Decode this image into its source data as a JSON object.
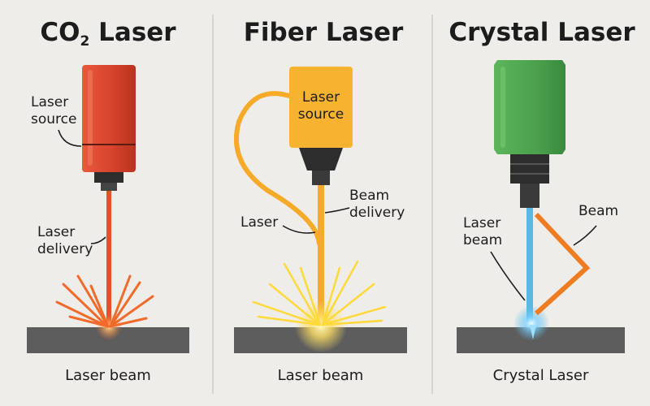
{
  "colors": {
    "background": "#efedea",
    "co2_head": "#d7432b",
    "co2_beam": "#e8501f",
    "fiber_head": "#f7b32f",
    "fiber_beam": "#f7a928",
    "crystal_head": "#4aa04c",
    "crystal_beam": "#5ab8e0",
    "crystal_side_beam": "#f07c22",
    "nozzle": "#2d2d2d",
    "workpiece": "#5d5d5d"
  },
  "panels": [
    {
      "title_main": "CO",
      "title_sub": "2",
      "title_rest": " Laser",
      "labels": [
        "Laser",
        "source",
        "Laser",
        "delivery"
      ],
      "caption": "Laser beam"
    },
    {
      "title": "Fiber Laser",
      "labels": [
        "Laser",
        "source",
        "Beam",
        "delivery",
        "Laser"
      ],
      "caption": "Laser beam"
    },
    {
      "title": "Crystal Laser",
      "labels": [
        "Laser",
        "beam",
        "Beam"
      ],
      "caption": "Crystal Laser"
    }
  ]
}
